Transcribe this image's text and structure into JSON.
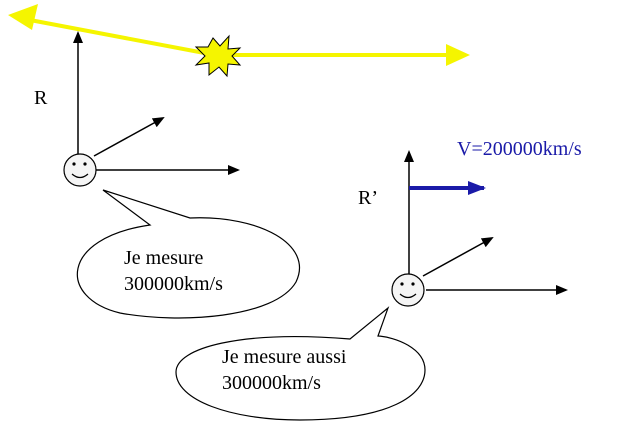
{
  "frames": {
    "r": {
      "label": "R"
    },
    "r_prime": {
      "label": "R’"
    }
  },
  "velocity": {
    "label": "V=200000km/s",
    "color": "#1a1aa8"
  },
  "bubbles": {
    "first": {
      "line1": "Je mesure",
      "line2": "300000km/s"
    },
    "second": {
      "line1": "Je mesure aussi",
      "line2": "300000km/s"
    }
  },
  "colors": {
    "light_ray": "#f5f500",
    "flash": "#f5f500",
    "axes": "#000000",
    "face_fill": "#f5f5f5",
    "background": "#ffffff"
  },
  "icons": {
    "flash": "starburst-icon",
    "observer": "smiley-face-icon"
  }
}
